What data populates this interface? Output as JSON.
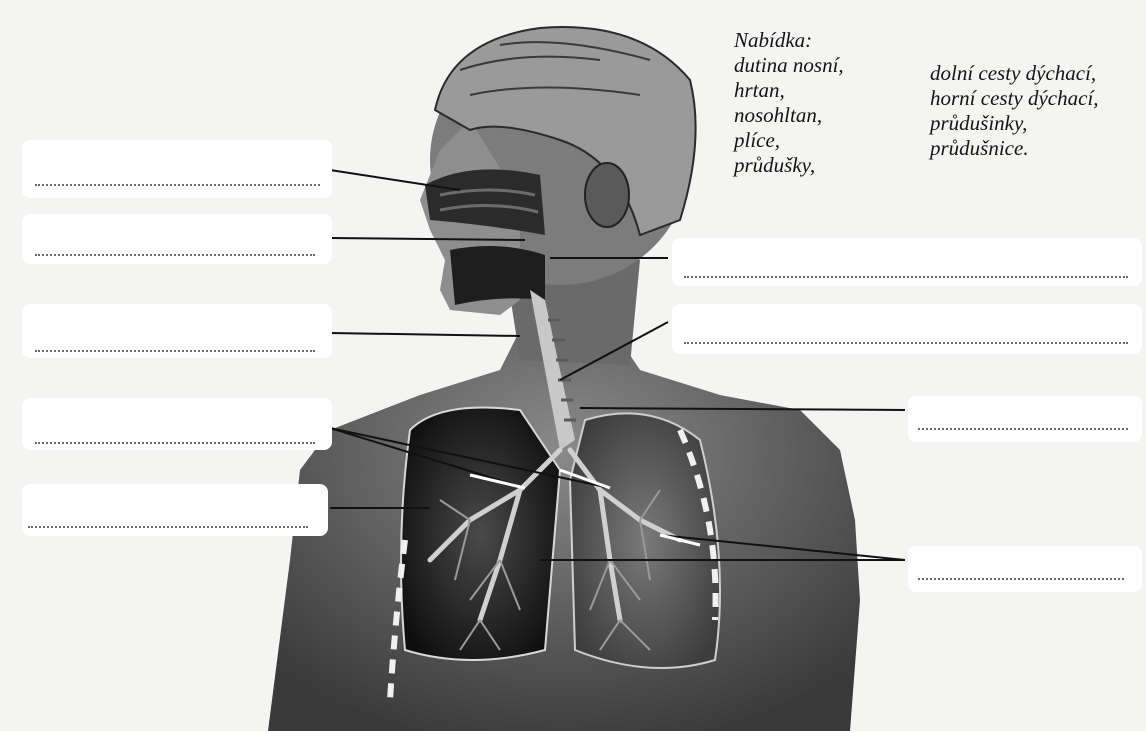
{
  "menu": {
    "heading": "Nabídka:",
    "column1": [
      "dutina nosní,",
      "hrtan,",
      "nosohltan,",
      "plíce,",
      "průdušky,"
    ],
    "column2": [
      "dolní cesty dýchací,",
      "horní cesty dýchací,",
      "průdušinky,",
      "průdušnice."
    ]
  },
  "answer_blanks": {
    "left_count": 5,
    "right_count": 4
  },
  "illustration": {
    "skin_shade": "#5a5a5a",
    "line_color": "#111111",
    "arrow_color": "#ffffff"
  }
}
